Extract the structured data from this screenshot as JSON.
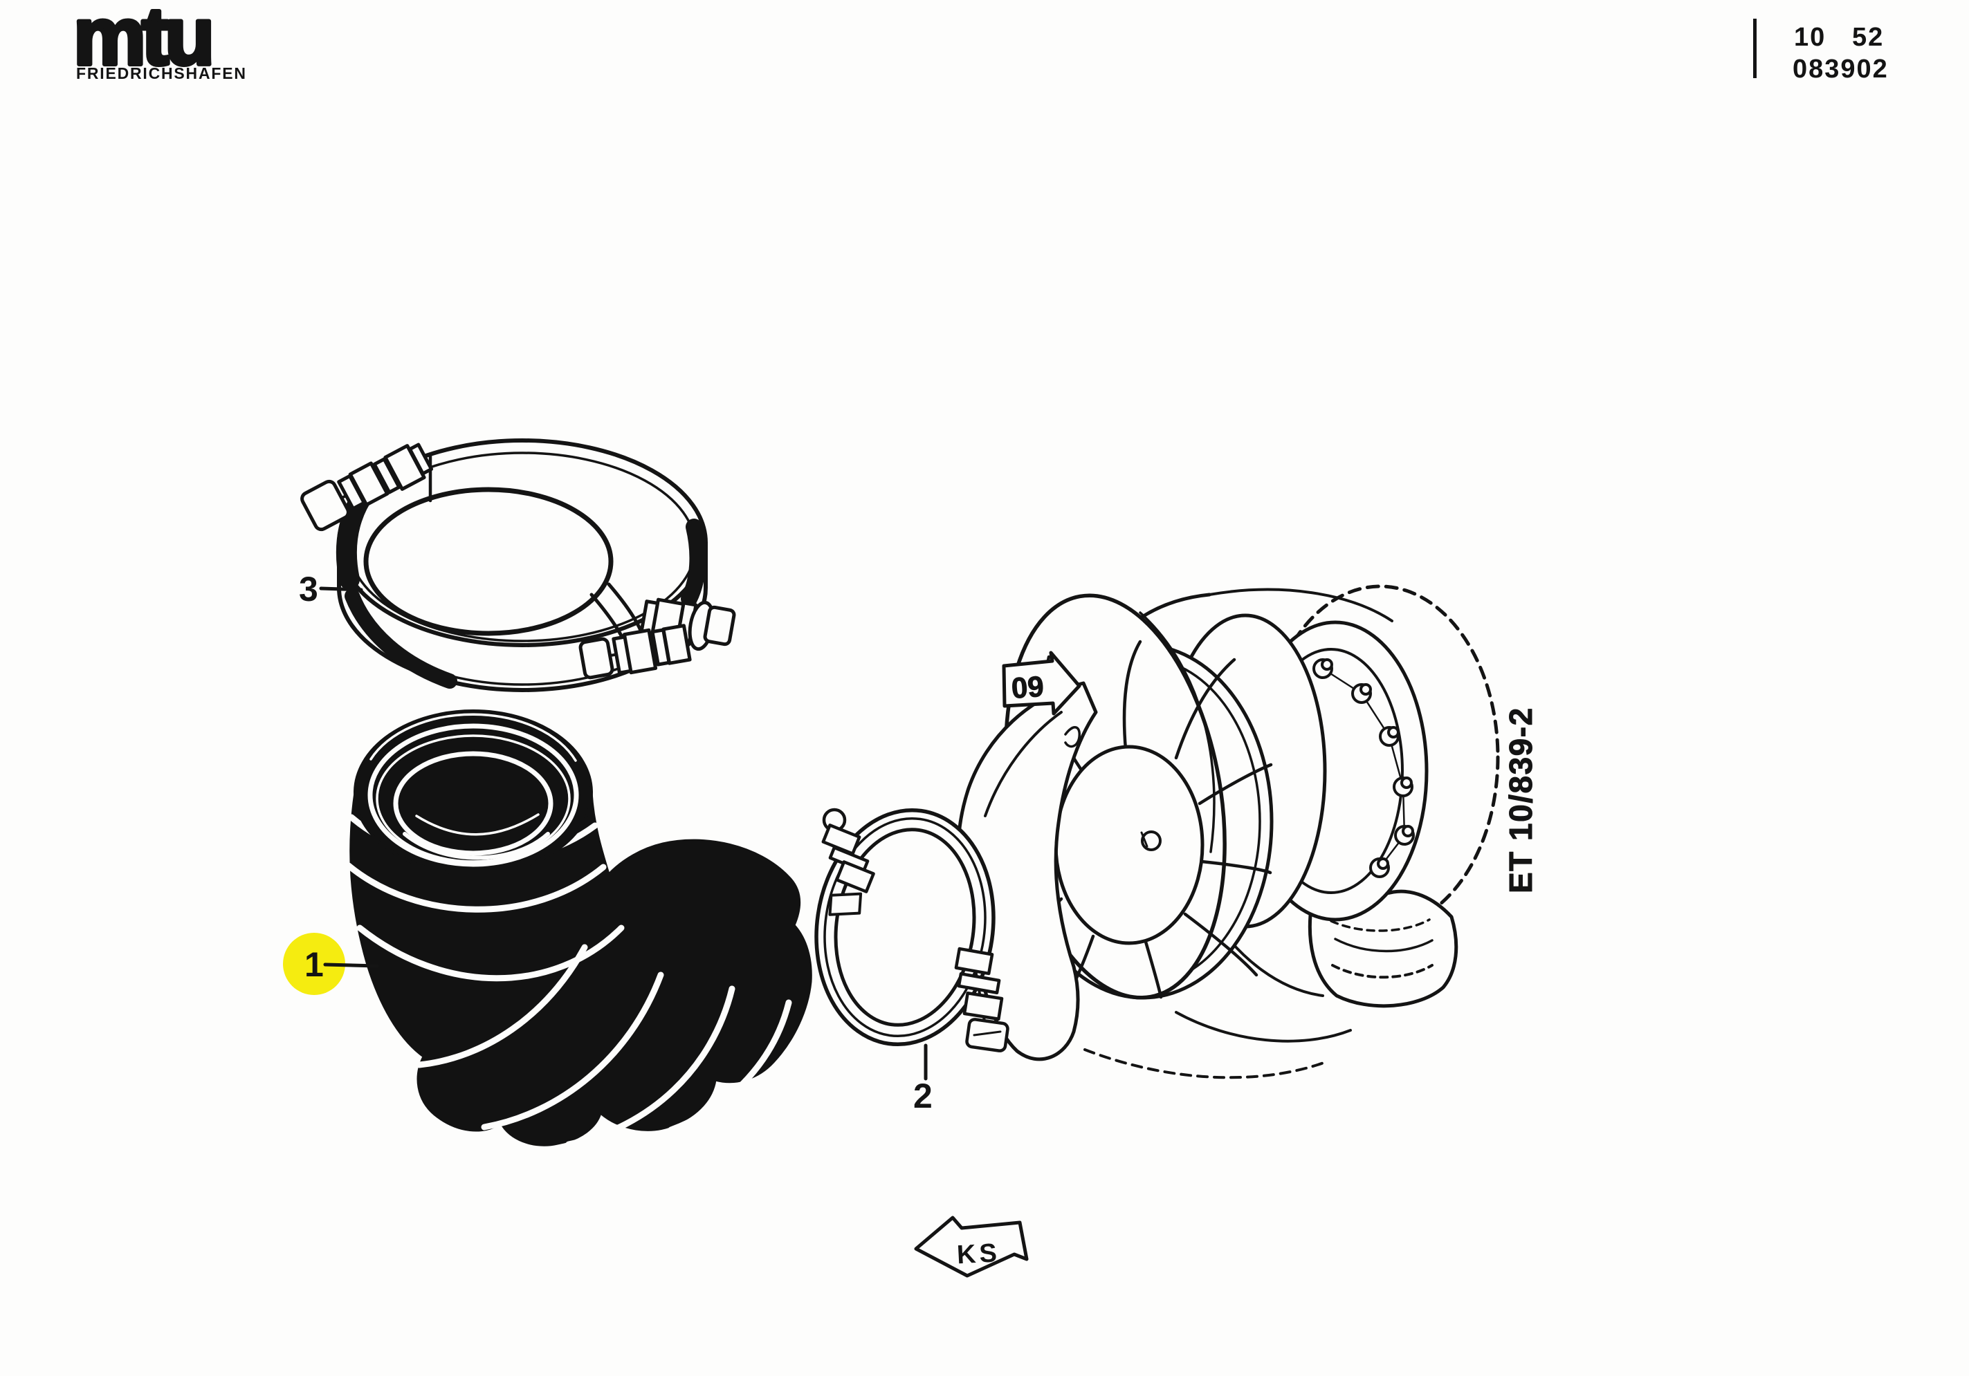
{
  "header": {
    "logo_text": "mtu",
    "logo_subtext": "FRIEDRICHSHAFEN",
    "catalog_group": "10",
    "page": "52",
    "doc_number": "083902"
  },
  "diagram": {
    "callouts": {
      "part1": "1",
      "part2": "2",
      "part3": "3"
    },
    "section_arrow_label": "09",
    "direction_arrow_label": "KS",
    "reference_code": "ET 10/839-2",
    "colors": {
      "highlight": "#f5ec10",
      "ink": "#141414",
      "paper": "#fdfdfc"
    }
  }
}
